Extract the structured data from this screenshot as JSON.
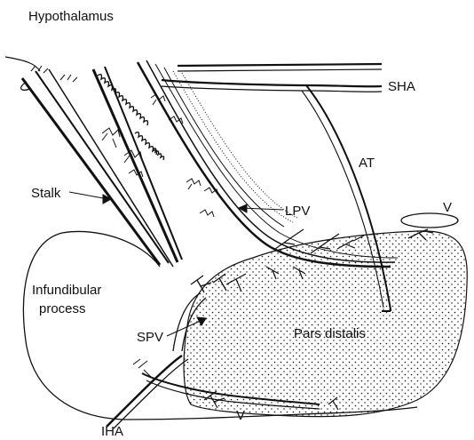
{
  "labels": {
    "hypothalamus": "Hypothalamus",
    "sha": "SHA",
    "at": "AT",
    "v_top": "V",
    "stalk": "Stalk",
    "lpv": "LPV",
    "infundibular_line1": "Infundibular",
    "infundibular_line2": "process",
    "spv": "SPV",
    "pars_distalis": "Pars distalis",
    "v_bottom": "V",
    "iha": "IHA"
  },
  "colors": {
    "ink": "#111111",
    "background": "#ffffff"
  }
}
